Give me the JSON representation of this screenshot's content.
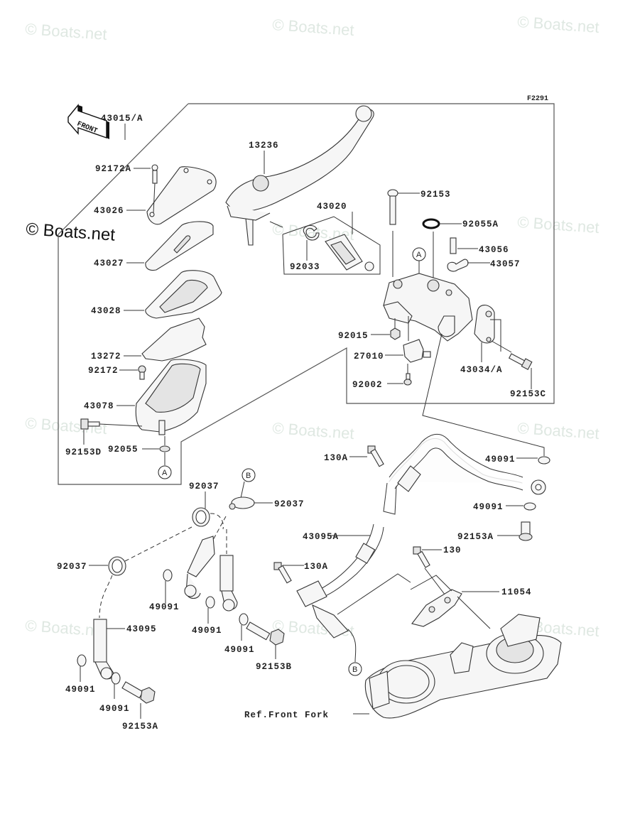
{
  "figure_id": "F2291",
  "watermark": "© Boats.net",
  "front_arrow_label": "FRONT",
  "callouts": {
    "A": "A",
    "B": "B"
  },
  "parts": {
    "p43015A": "43015/A",
    "p13236": "13236",
    "p92172A": "92172A",
    "p43026": "43026",
    "p43027": "43027",
    "p43028": "43028",
    "p13272": "13272",
    "p92172": "92172",
    "p43078": "43078",
    "p92153D": "92153D",
    "p92055": "92055",
    "p43020": "43020",
    "p92033": "92033",
    "p92153": "92153",
    "p92055A": "92055A",
    "p43056": "43056",
    "p43057": "43057",
    "p92015": "92015",
    "p27010": "27010",
    "p92002": "92002",
    "p43034A": "43034/A",
    "p92153C": "92153C",
    "p130A_1": "130A",
    "p49091_r1": "49091",
    "p49091_r2": "49091",
    "p92153A_r": "92153A",
    "p43095A": "43095A",
    "p130": "130",
    "p130A_2": "130A",
    "p11054": "11054",
    "p92037_1": "92037",
    "p92037_2": "92037",
    "p92037_3": "92037",
    "p43095": "43095",
    "p49091_a": "49091",
    "p49091_b": "49091",
    "p49091_c": "49091",
    "p49091_d": "49091",
    "p49091_e": "49091",
    "p92153B": "92153B",
    "p92153A_l": "92153A",
    "ref_front_fork": "Ref.Front Fork"
  }
}
